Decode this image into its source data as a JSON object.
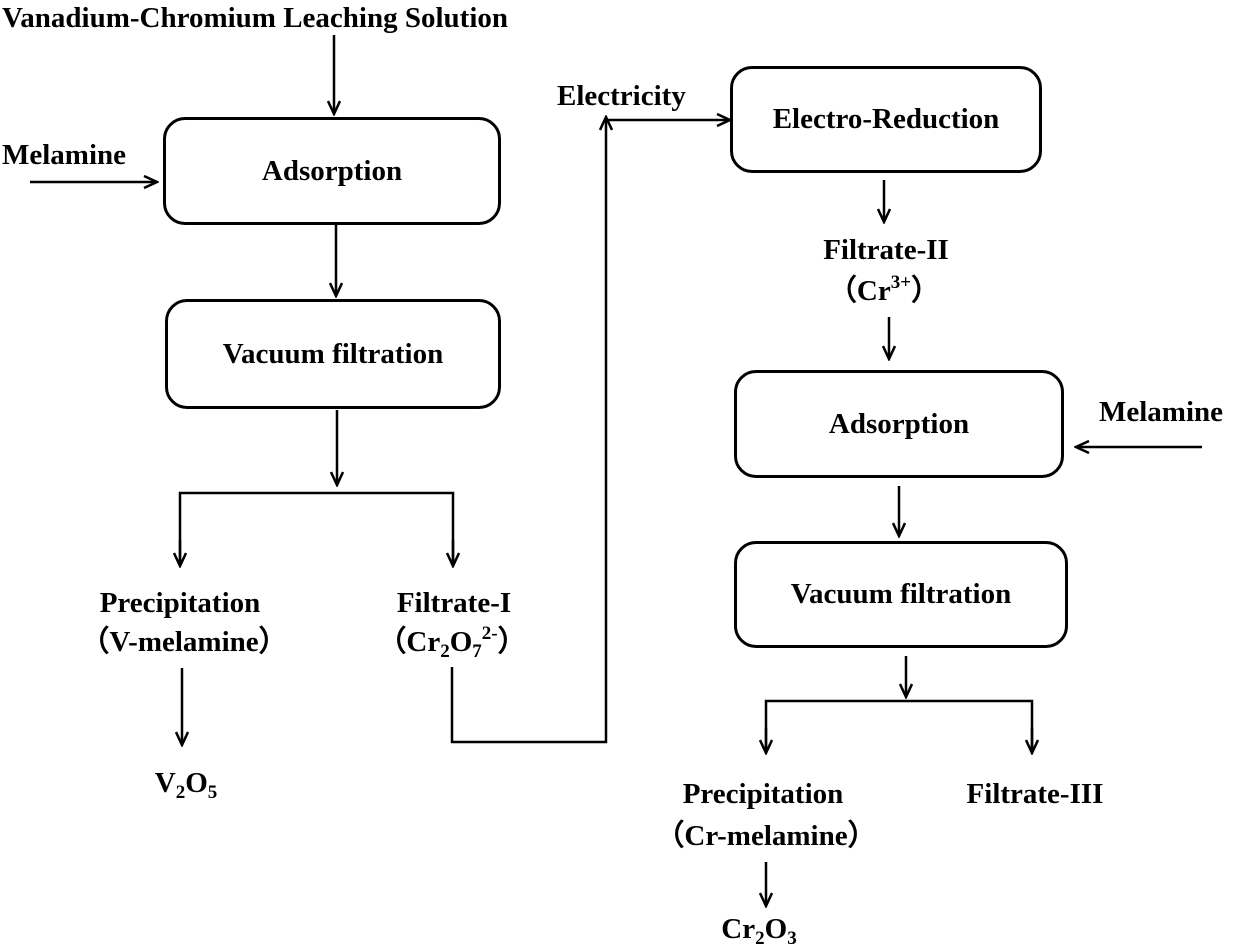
{
  "left": {
    "input_label": "Vanadium-Chromium Leaching Solution",
    "reagent_label": "Melamine",
    "adsorption_label": "Adsorption",
    "filtration_label": "Vacuum filtration",
    "precipitation_label": "Precipitation",
    "precipitation_note": "（V-melamine）",
    "filtrate_label": "Filtrate-I",
    "filtrate_note_open": "（Cr",
    "filtrate_note_sub1": "2",
    "filtrate_note_mid": "O",
    "filtrate_note_sub2": "7",
    "filtrate_note_sup": "2-",
    "filtrate_note_close": "）",
    "product_main": "V",
    "product_sub1": "2",
    "product_mid": "O",
    "product_sub2": "5"
  },
  "right": {
    "electricity_label": "Electricity",
    "reduction_label": "Electro-Reduction",
    "filtrate2_label": "Filtrate-II",
    "filtrate2_note_open": "（Cr",
    "filtrate2_note_sup": "3+",
    "filtrate2_note_close": "）",
    "reagent_label": "Melamine",
    "adsorption_label": "Adsorption",
    "filtration_label": "Vacuum filtration",
    "precipitation_label": "Precipitation",
    "precipitation_note": "（Cr-melamine）",
    "filtrate3_label": "Filtrate-III",
    "product_main": "Cr",
    "product_sub1": "2",
    "product_mid": "O",
    "product_sub2": "3"
  }
}
